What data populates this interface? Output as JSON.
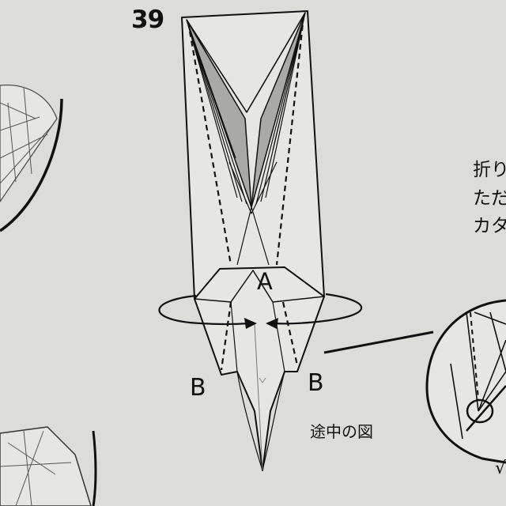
{
  "step_number": "39",
  "label_a": "A",
  "label_b_left": "B",
  "label_b_right": "B",
  "caption": "途中の図",
  "side_text": [
    "折り",
    "ただ",
    "カタ"
  ],
  "edge_text": "√",
  "colors": {
    "paper": "#dcdcd8",
    "line": "#111111",
    "shade": "#a9a9a6",
    "face": "#e6e6e2"
  }
}
